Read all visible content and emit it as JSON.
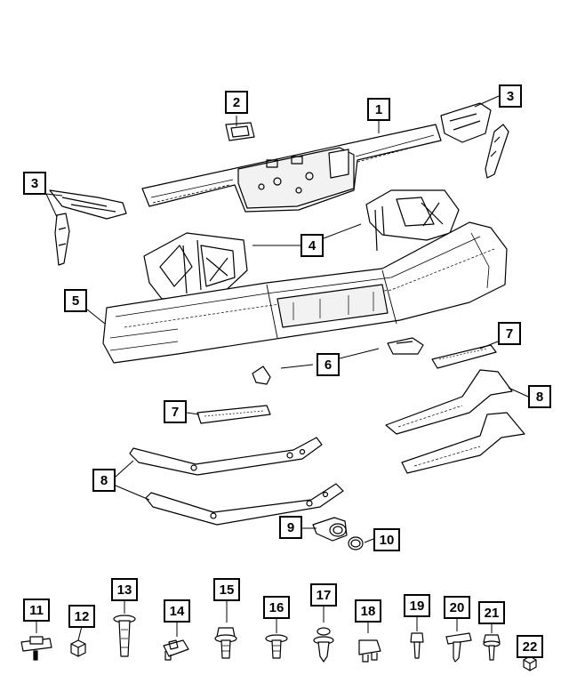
{
  "callouts": {
    "c1": "1",
    "c2": "2",
    "c3a": "3",
    "c3b": "3",
    "c4": "4",
    "c5": "5",
    "c6": "6",
    "c7a": "7",
    "c7b": "7",
    "c8a": "8",
    "c8b": "8",
    "c9": "9",
    "c10": "10",
    "c11": "11",
    "c12": "12",
    "c13": "13",
    "c14": "14",
    "c15": "15",
    "c16": "16",
    "c17": "17",
    "c18": "18",
    "c19": "19",
    "c20": "20",
    "c21": "21",
    "c22": "22"
  },
  "colors": {
    "line": "#000000",
    "fill": "#ffffff",
    "shade": "#e6e6e6"
  }
}
